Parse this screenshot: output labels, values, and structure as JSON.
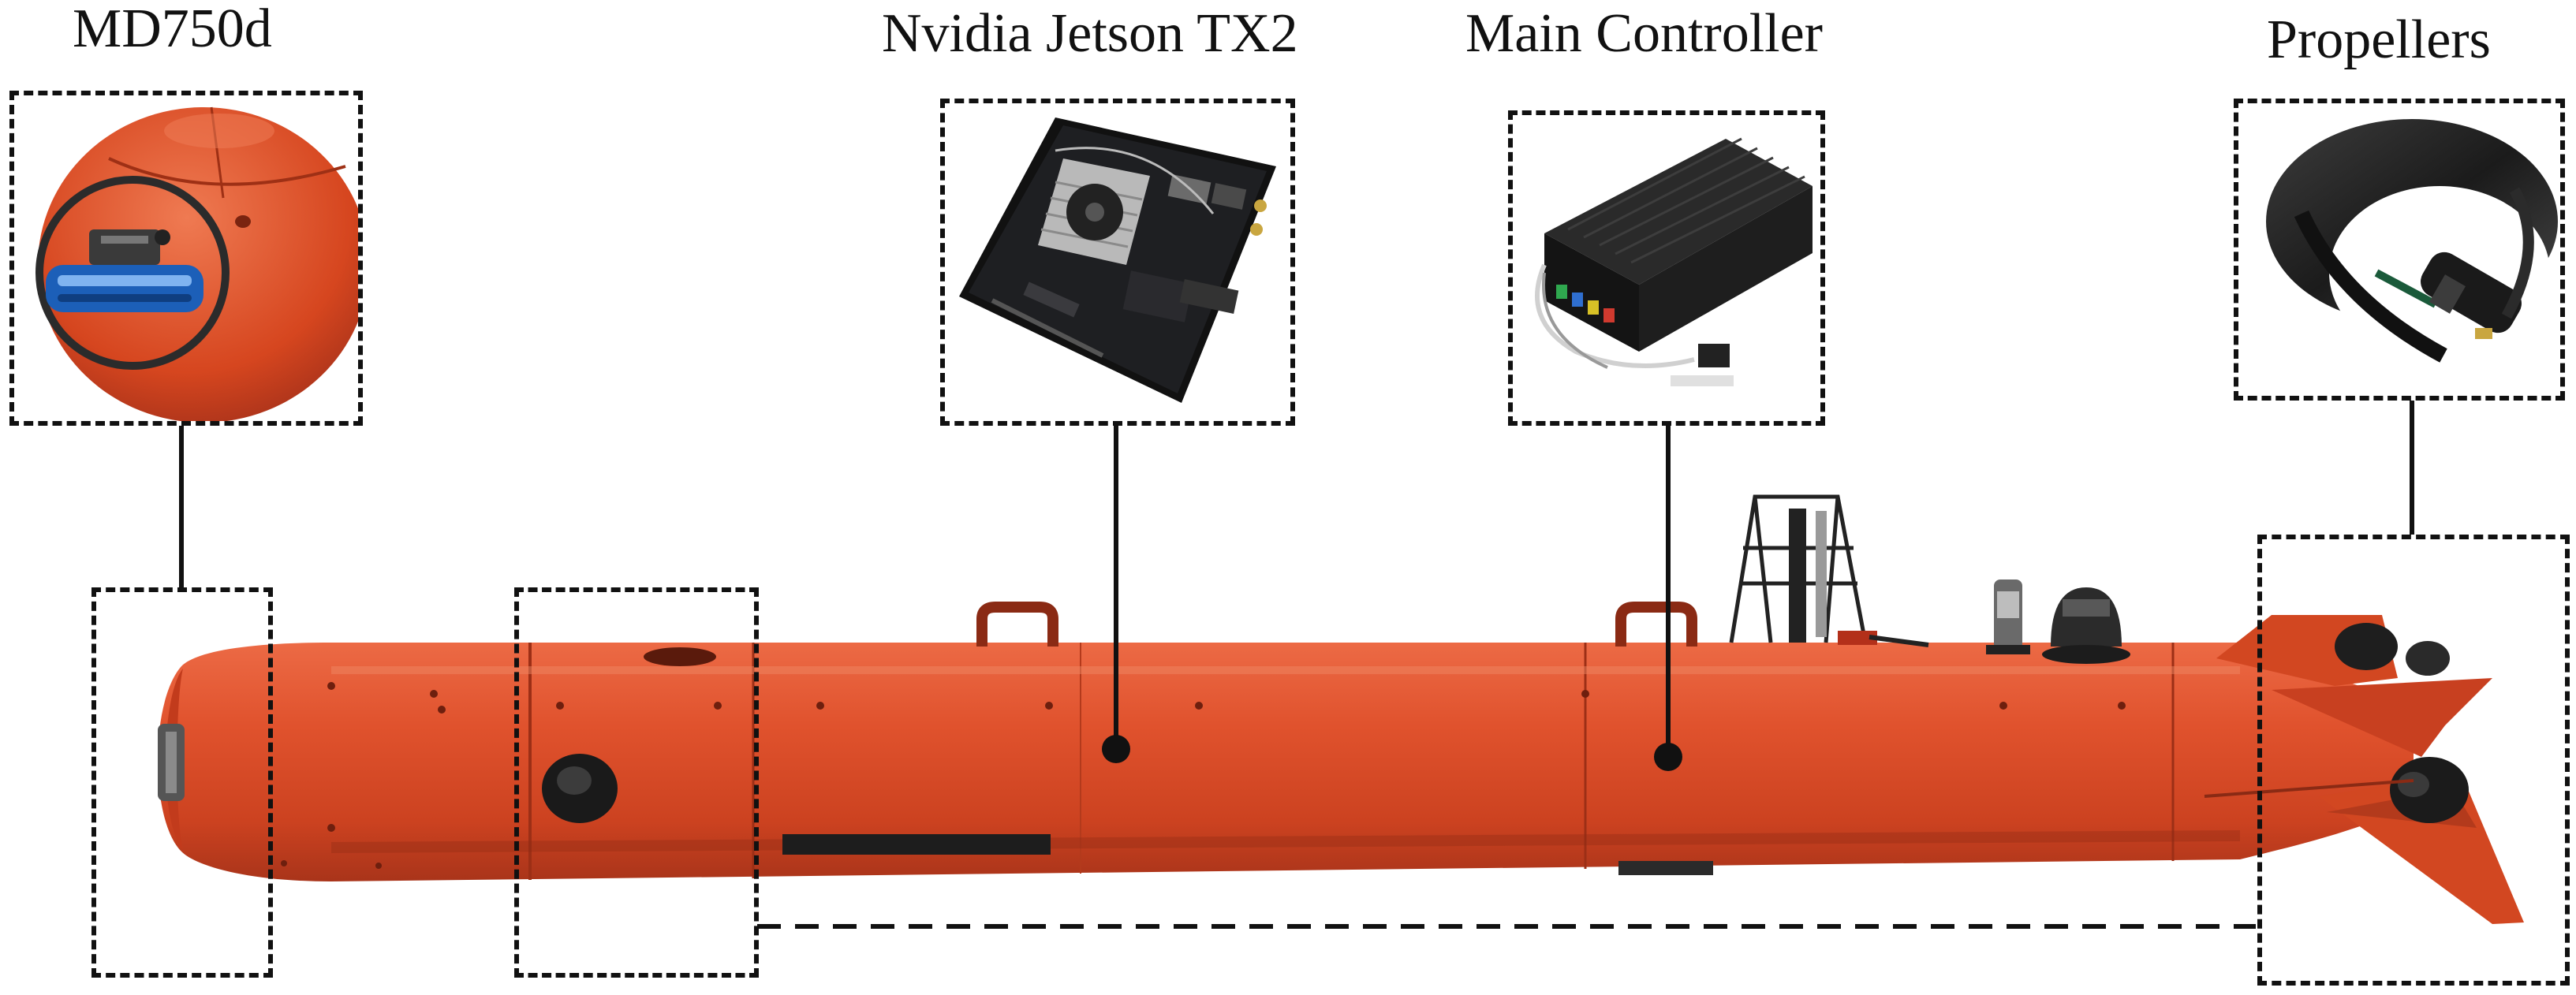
{
  "labels": {
    "md750d": "MD750d",
    "jetson": "Nvidia Jetson TX2",
    "controller": "Main Controller",
    "propellers": "Propellers"
  },
  "colors": {
    "hull": "#dd4a26",
    "hull_shadow": "#b8361a",
    "hull_highlight": "#ef7a55",
    "line": "#111111",
    "pcb": "#1e1f22",
    "controller_body": "#1a1a1a",
    "prop_shroud": "#2a2a2a"
  }
}
